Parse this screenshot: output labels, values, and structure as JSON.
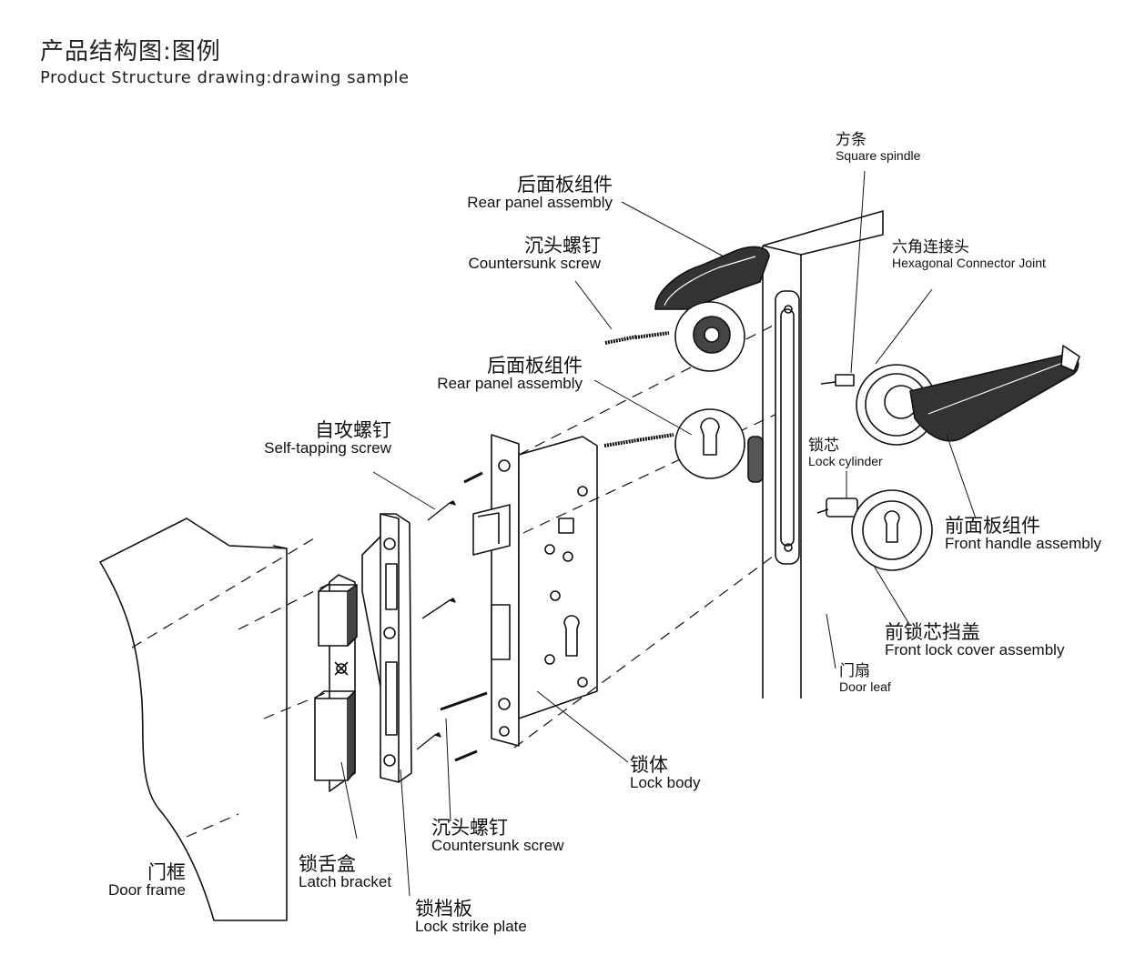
{
  "header": {
    "title_cn": "产品结构图:图例",
    "title_en": "Product Structure drawing:drawing sample"
  },
  "labels": {
    "rear_panel_top": {
      "cn": "后面板组件",
      "en": "Rear panel assembly"
    },
    "countersunk_top": {
      "cn": "沉头螺钉",
      "en": "Countersunk screw"
    },
    "square_spindle": {
      "cn": "方条",
      "en": "Square spindle"
    },
    "hex_joint": {
      "cn": "六角连接头",
      "en": "Hexagonal Connector Joint"
    },
    "rear_panel_mid": {
      "cn": "后面板组件",
      "en": "Rear panel assembly"
    },
    "self_tapping": {
      "cn": "自攻螺钉",
      "en": "Self-tapping screw"
    },
    "lock_cylinder": {
      "cn": "锁芯",
      "en": "Lock cylinder"
    },
    "front_handle": {
      "cn": "前面板组件",
      "en": "Front handle assembly"
    },
    "front_lock_cover": {
      "cn": "前锁芯挡盖",
      "en": "Front lock cover assembly"
    },
    "door_leaf": {
      "cn": "门扇",
      "en": "Door leaf"
    },
    "lock_body": {
      "cn": "锁体",
      "en": "Lock body"
    },
    "countersunk_bottom": {
      "cn": "沉头螺钉",
      "en": "Countersunk screw"
    },
    "door_frame": {
      "cn": "门框",
      "en": "Door frame"
    },
    "latch_bracket": {
      "cn": "锁舌盒",
      "en": "Latch bracket"
    },
    "strike_plate": {
      "cn": "锁档板",
      "en": "Lock strike plate"
    }
  }
}
